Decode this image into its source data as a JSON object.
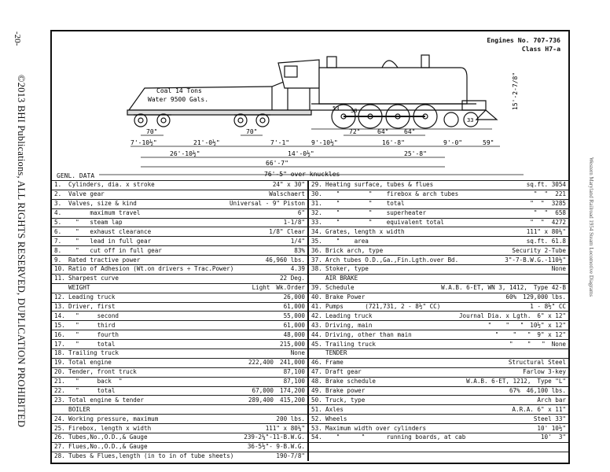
{
  "margin": {
    "page_number": "-20-",
    "copyright": "©2013 BHI Publications, ALL RIGHTS RESERVED, DUPLICATION PROHIBITED",
    "right_caption": "Western Maryland Railroad     1954 Steam Locomotive Diagrams"
  },
  "header": {
    "engines": "Engines No. 707-736",
    "class": "Class H7-a"
  },
  "drawing": {
    "tender_text_1": "Coal 14 Tons",
    "tender_text_2": "Water 9500 Gals.",
    "wheel_53": "53",
    "wheel_30": "30",
    "wheel_33": "33",
    "height": "15'-2-7/8\"",
    "dims_row1": [
      "70\"",
      "70\"",
      "72\"",
      "64\"",
      "64\""
    ],
    "dims_row2": [
      "7'-10½\"",
      "21'-0½\"",
      "7'-1\"",
      "9'-10½\"",
      "16'-8\"",
      "9'-0\"",
      "59\""
    ],
    "dims_row3": [
      "26'-10½\"",
      "14'-0½\"",
      "25'-8\""
    ],
    "dims_row4": "66'-7\"",
    "dims_row5": "76'-5\" over knuckles"
  },
  "genl_data": "GENL. DATA",
  "left_rows": [
    {
      "n": "1.",
      "t": "Cylinders, dia. x stroke",
      "a": "",
      "v": "24\" x 30\""
    },
    {
      "n": "2.",
      "t": "Valve gear",
      "a": "",
      "v": "Walschaert"
    },
    {
      "n": "3.",
      "t": "Valves, size & kind",
      "a": "",
      "v": "Universal - 9\" Piston"
    },
    {
      "n": "4.",
      "t": "      maximum travel",
      "a": "",
      "v": "6\""
    },
    {
      "n": "5.",
      "t": "  \"   steam lap",
      "a": "",
      "v": "1-1/8\""
    },
    {
      "n": "6.",
      "t": "  \"   exhaust clearance",
      "a": "",
      "v": "1/8\" Clear"
    },
    {
      "n": "7.",
      "t": "  \"   lead in full gear",
      "a": "",
      "v": "1/4\""
    },
    {
      "n": "8.",
      "t": "  \"   cut off in full gear",
      "a": "",
      "v": "83%"
    },
    {
      "n": "9.",
      "t": "Rated tractive power",
      "a": "",
      "v": "46,960 lbs."
    },
    {
      "n": "10.",
      "t": "Ratio of Adhesion (Wt.on drivers ÷ Trac.Power)",
      "a": "",
      "v": "4.39"
    },
    {
      "n": "11.",
      "t": "Sharpest curve",
      "a": "",
      "v": "22 Deg."
    },
    {
      "n": "",
      "t": "WEIGHT",
      "a": "Light",
      "v": "Wk.Order"
    },
    {
      "n": "12.",
      "t": "Leading truck",
      "a": "",
      "v": "26,000"
    },
    {
      "n": "13.",
      "t": "Driver, first",
      "a": "",
      "v": "61,000"
    },
    {
      "n": "14.",
      "t": "  \"     second",
      "a": "",
      "v": "55,000"
    },
    {
      "n": "15.",
      "t": "  \"     third",
      "a": "",
      "v": "61,000"
    },
    {
      "n": "16.",
      "t": "  \"     fourth",
      "a": "",
      "v": "48,000"
    },
    {
      "n": "17.",
      "t": "  \"     total",
      "a": "",
      "v": "215,000"
    },
    {
      "n": "18.",
      "t": "Trailing truck",
      "a": "",
      "v": "None"
    },
    {
      "n": "19.",
      "t": "Total engine",
      "a": "222,400",
      "v": "241,000"
    },
    {
      "n": "20.",
      "t": "Tender, front truck",
      "a": "",
      "v": "87,100"
    },
    {
      "n": "21.",
      "t": "  \"     back  \"",
      "a": "",
      "v": "87,100"
    },
    {
      "n": "22.",
      "t": "  \"     total",
      "a": "67,000",
      "v": "174,200"
    },
    {
      "n": "23.",
      "t": "Total engine & tender",
      "a": "289,400",
      "v": "415,200"
    },
    {
      "n": "",
      "t": "BOILER",
      "a": "",
      "v": ""
    },
    {
      "n": "24.",
      "t": "Working pressure, maximum",
      "a": "",
      "v": "200 lbs."
    },
    {
      "n": "25.",
      "t": "Firebox, length x width",
      "a": "",
      "v": "111\" x 80¼\""
    },
    {
      "n": "26.",
      "t": "Tubes,No.,O.D.,& Gauge",
      "a": "",
      "v": "239-2¼\"-11-B.W.G."
    },
    {
      "n": "27.",
      "t": "Flues,No.,O.D.,& Gauge",
      "a": "",
      "v": "36-5½\"- 9-B.W.G."
    },
    {
      "n": "28.",
      "t": "Tubes & Flues,length (in to in of tube sheets)",
      "a": "",
      "v": "190-7/8\""
    }
  ],
  "right_rows": [
    {
      "n": "29.",
      "t": "Heating surface, tubes & flues",
      "a": "",
      "v": "sq.ft. 3054"
    },
    {
      "n": "30.",
      "t": "   \"        \"    firebox & arch tubes",
      "a": "",
      "v": "\"  \"  221"
    },
    {
      "n": "31.",
      "t": "   \"        \"    total",
      "a": "",
      "v": "\"  \"  3285"
    },
    {
      "n": "32.",
      "t": "   \"        \"    superheater",
      "a": "",
      "v": "\"  \"  658"
    },
    {
      "n": "33.",
      "t": "   \"        \"    equivalent total",
      "a": "",
      "v": "\"  \"  4272"
    },
    {
      "n": "34.",
      "t": "Grates, length x width",
      "a": "",
      "v": "111\" x 80¼\""
    },
    {
      "n": "35.",
      "t": "   \"    area",
      "a": "",
      "v": "sq.ft. 61.8"
    },
    {
      "n": "36.",
      "t": "Brick arch, type",
      "a": "",
      "v": "Security 2-Tube"
    },
    {
      "n": "37.",
      "t": "Arch tubes O.D.,Ga.,Fin.Lgth.over Bd.",
      "a": "",
      "v": "3\"-7-B.W.G.-110½\""
    },
    {
      "n": "38.",
      "t": "Stoker, type",
      "a": "",
      "v": "None"
    },
    {
      "n": "",
      "t": "AIR BRAKE",
      "a": "",
      "v": ""
    },
    {
      "n": "39.",
      "t": "Schedule",
      "a": "W.A.B. 6-ET, WN 3, 1412,",
      "v": "Type 42-B"
    },
    {
      "n": "40.",
      "t": "Brake Power",
      "a": "60%",
      "v": "129,000 lbs."
    },
    {
      "n": "41.",
      "t": "Pumps      (721,731, 2 - 8½\" CC)",
      "a": "",
      "v": "1 - 8½\" CC"
    },
    {
      "n": "42.",
      "t": "Leading truck",
      "a": "Journal Dia. x Lgth.",
      "v": "6\" x 12\""
    },
    {
      "n": "43.",
      "t": "Driving, main",
      "a": "\"    \"   \"",
      "v": "10½\" x 12\""
    },
    {
      "n": "44.",
      "t": "Driving, other than main",
      "a": "\"    \"   \"",
      "v": "9\" x 12\""
    },
    {
      "n": "45.",
      "t": "Trailing truck",
      "a": "\"    \"   \"",
      "v": "None"
    },
    {
      "n": "",
      "t": "TENDER",
      "a": "",
      "v": ""
    },
    {
      "n": "46.",
      "t": "Frame",
      "a": "",
      "v": "Structural Steel"
    },
    {
      "n": "47.",
      "t": "Draft gear",
      "a": "",
      "v": "Farlow 3-key"
    },
    {
      "n": "48.",
      "t": "Brake schedule",
      "a": "W.A.B. 6-ET, 1212,",
      "v": "Type \"L\""
    },
    {
      "n": "49.",
      "t": "Brake power",
      "a": "67%",
      "v": "46,100 lbs."
    },
    {
      "n": "50.",
      "t": "Truck, type",
      "a": "",
      "v": "Arch bar"
    },
    {
      "n": "51.",
      "t": "Axles",
      "a": "",
      "v": "A.R.A. 6\" x 11\""
    },
    {
      "n": "52.",
      "t": "Wheels",
      "a": "",
      "v": "Steel 33\""
    },
    {
      "n": "53.",
      "t": "Maximum width over cylinders",
      "a": "",
      "v": "10' 10½\""
    },
    {
      "n": "54.",
      "t": "   \"      \"      running boards, at cab",
      "a": "",
      "v": "10'  3\""
    },
    {
      "n": "",
      "t": "",
      "a": "",
      "v": ""
    },
    {
      "n": "",
      "t": "",
      "a": "",
      "v": ""
    }
  ]
}
